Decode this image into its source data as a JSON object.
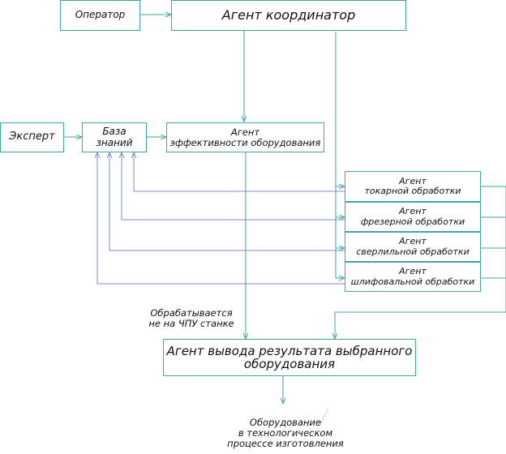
{
  "nodes": {
    "operator": "Оператор",
    "coordinator": "Агент координатор",
    "expert": "Эксперт",
    "knowledge_base": "База знаний",
    "efficiency": {
      "line1": "Агент",
      "line2": "эффективности оборудования"
    },
    "turning": {
      "line1": "Агент",
      "line2": "токарной обработки"
    },
    "milling": {
      "line1": "Агент",
      "line2": "фрезерной обработки"
    },
    "drilling": {
      "line1": "Агент",
      "line2": "сверлильной обработки"
    },
    "grinding": {
      "line1": "Агент",
      "line2": "шлифовальной обработки"
    },
    "output": {
      "line1": "Агент вывода результата выбранного",
      "line2": "оборудования"
    }
  },
  "labels": {
    "not_cnc": {
      "line1": "Обрабатывается",
      "line2": "не на ЧПУ станке"
    },
    "result": {
      "line1": "Оборудование",
      "line2": "в технологическом",
      "line3": "процессе изготовления"
    }
  }
}
